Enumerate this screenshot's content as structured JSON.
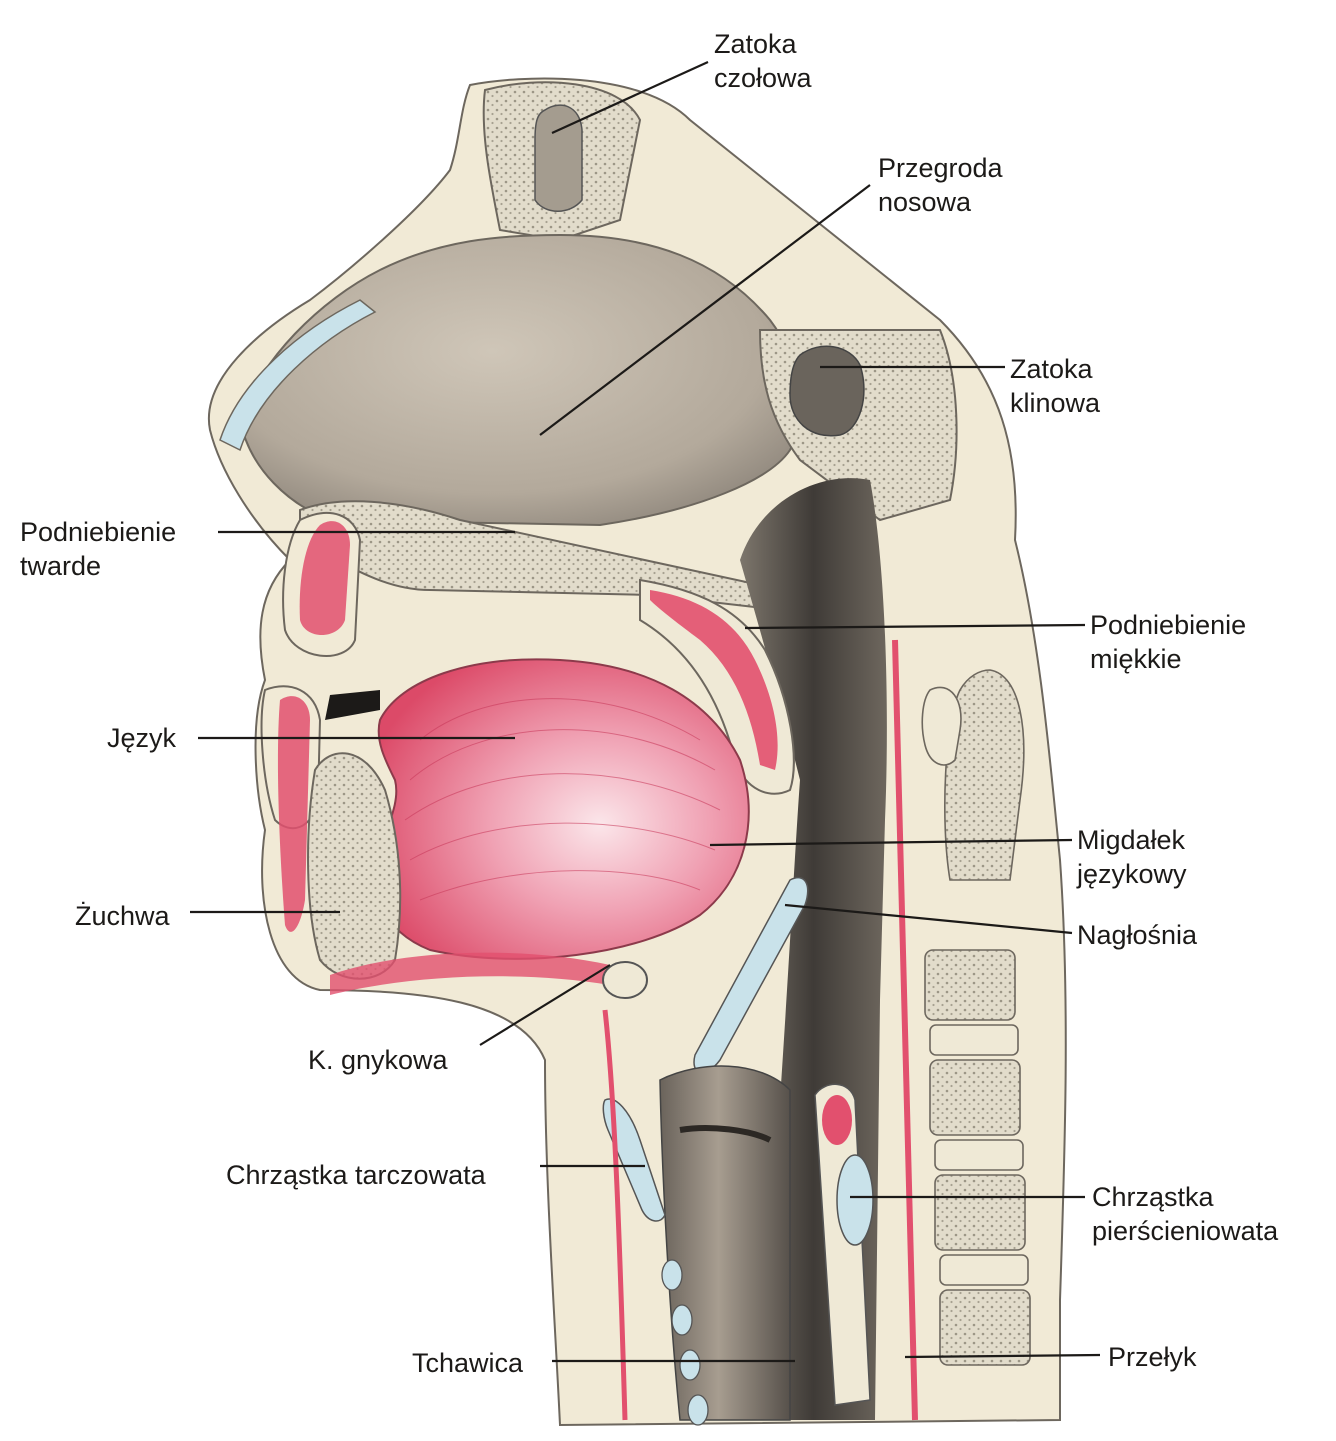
{
  "colors": {
    "bone": "#efe9d6",
    "bone_spongy": "#b9b3a2",
    "cavity": "#b8aea0",
    "cavity_dark": "#5b5650",
    "muscle": "#e2506e",
    "muscle_light": "#f6c6d0",
    "cartilage": "#c9e2ea",
    "skin": "#f1ead6",
    "line": "#1c1a18"
  },
  "labels": {
    "frontal_sinus": [
      "Zatoka",
      "czołowa"
    ],
    "nasal_septum": [
      "Przegroda",
      "nosowa"
    ],
    "sphenoid_sinus": [
      "Zatoka",
      "klinowa"
    ],
    "hard_palate": [
      "Podniebienie",
      "twarde"
    ],
    "soft_palate": [
      "Podniebienie",
      "miękkie"
    ],
    "tongue": "Język",
    "lingual_tonsil": [
      "Migdałek",
      "językowy"
    ],
    "mandible": "Żuchwa",
    "epiglottis": "Nagłośnia",
    "hyoid": "K. gnykowa",
    "thyroid_cartilage": "Chrząstka tarczowata",
    "cricoid_cartilage": [
      "Chrząstka",
      "pierścieniowata"
    ],
    "trachea": "Tchawica",
    "esophagus": "Przełyk"
  }
}
